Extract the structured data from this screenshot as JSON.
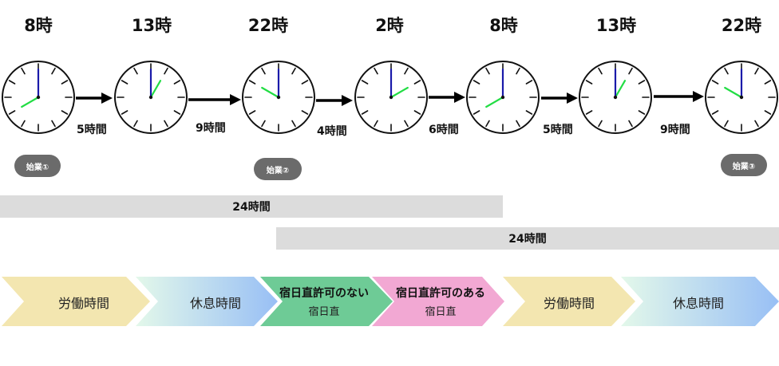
{
  "hours": [
    "8時",
    "13時",
    "22時",
    "2時",
    "8時",
    "13時",
    "22時"
  ],
  "clocks": [
    {
      "hour": 8,
      "minute": 0
    },
    {
      "hour": 13,
      "minute": 0
    },
    {
      "hour": 22,
      "minute": 0
    },
    {
      "hour": 2,
      "minute": 0
    },
    {
      "hour": 8,
      "minute": 0
    },
    {
      "hour": 13,
      "minute": 0
    },
    {
      "hour": 22,
      "minute": 0
    }
  ],
  "durations": [
    "5時間",
    "9時間",
    "4時間",
    "6時間",
    "5時間",
    "9時間"
  ],
  "starts": [
    "始業①",
    "始業②",
    "始業③"
  ],
  "spans": [
    "24時間",
    "24時間"
  ],
  "segments": [
    {
      "label": "労働時間"
    },
    {
      "label": "休息時間"
    },
    {
      "title": "宿日直許可のない",
      "sub": "宿日直"
    },
    {
      "title": "宿日直許可のある",
      "sub": "宿日直"
    },
    {
      "label": "労働時間"
    },
    {
      "label": "休息時間"
    }
  ],
  "colors": {
    "minute_hand": "#1a1aaa",
    "hour_hand": "#22dd44",
    "labor": "#f3e6b0",
    "rest_start": "#e3f8ea",
    "rest_end": "#98bff5",
    "no_permit": "#6ecb96",
    "permit": "#f2a8d3",
    "start_pill": "#6b6b6b",
    "span_bar": "#dcdcdc"
  }
}
